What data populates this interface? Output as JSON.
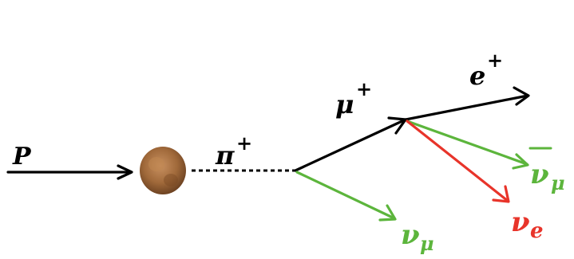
{
  "labels": {
    "proton": "P",
    "pion": "π",
    "pion_charge": "+",
    "muon": "μ",
    "muon_charge": "+",
    "positron": "e",
    "positron_charge": "+",
    "muon_neutrino": "ν",
    "muon_neutrino_sub": "μ",
    "muon_antineutrino": "ν",
    "muon_antineutrino_sub": "μ",
    "electron_neutrino": "ν",
    "electron_neutrino_sub": "e"
  },
  "colors": {
    "ink": "#000000",
    "neutrino_green": "#5cb53c",
    "electron_neutrino_red": "#e8342a",
    "target_brown": "#a0693a",
    "target_dark": "#7a4a24",
    "target_light": "#c08650"
  }
}
